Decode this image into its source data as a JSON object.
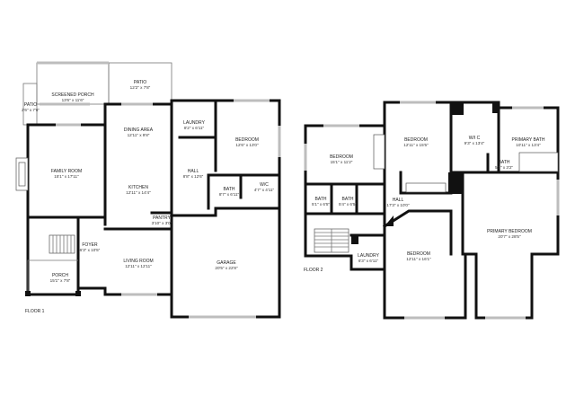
{
  "floors": [
    {
      "label": "FLOOR 1",
      "rooms": [
        {
          "id": "patio-left",
          "name": "PATIO",
          "dims": "2'6\" x 7'6\""
        },
        {
          "id": "screened-porch",
          "name": "SCREENED PORCH",
          "dims": "13'6\" x 11'6\""
        },
        {
          "id": "patio-top",
          "name": "PATIO",
          "dims": "12'2\" x 7'8\""
        },
        {
          "id": "laundry",
          "name": "LAUNDRY",
          "dims": "8'2\" x 6'11\""
        },
        {
          "id": "bedroom",
          "name": "BEDROOM",
          "dims": "12'6\" x 13'0\""
        },
        {
          "id": "dining-area",
          "name": "DINING AREA",
          "dims": "12'11\" x 9'8\""
        },
        {
          "id": "family-room",
          "name": "FAMILY ROOM",
          "dims": "15'1\" x 17'11\""
        },
        {
          "id": "kitchen",
          "name": "KITCHEN",
          "dims": "12'11\" x 14'4\""
        },
        {
          "id": "hall",
          "name": "HALL",
          "dims": "8'8\" x 12'6\""
        },
        {
          "id": "bath",
          "name": "BATH",
          "dims": "8'7\" x 6'11\""
        },
        {
          "id": "wic",
          "name": "W/C",
          "dims": "4'7\" x 4'11\""
        },
        {
          "id": "pantry",
          "name": "PANTRY",
          "dims": "3'10\" x 3'0\""
        },
        {
          "id": "foyer",
          "name": "FOYER",
          "dims": "6'3\" x 10'5\""
        },
        {
          "id": "living-room",
          "name": "LIVING ROOM",
          "dims": "12'11\" x 12'11\""
        },
        {
          "id": "garage",
          "name": "GARAGE",
          "dims": "20'5\" x 22'8\""
        },
        {
          "id": "porch",
          "name": "PORCH",
          "dims": "15'1\" x 7'8\""
        }
      ]
    },
    {
      "label": "FLOOR 2",
      "rooms": [
        {
          "id": "bedroom-a",
          "name": "BEDROOM",
          "dims": "15'1\" x 11'2\""
        },
        {
          "id": "bedroom-b",
          "name": "BEDROOM",
          "dims": "12'11\" x 15'5\""
        },
        {
          "id": "wic-2",
          "name": "W/I C",
          "dims": "9'3\" x 13'4\""
        },
        {
          "id": "primary-bath",
          "name": "PRIMARY BATH",
          "dims": "10'11\" x 13'4\""
        },
        {
          "id": "bath-small",
          "name": "BATH",
          "dims": "5'3\" x 3'2\""
        },
        {
          "id": "bath-1",
          "name": "BATH",
          "dims": "5'1\" x 6'5\""
        },
        {
          "id": "bath-2",
          "name": "BATH",
          "dims": "5'4\" x 6'5\""
        },
        {
          "id": "hall-2",
          "name": "HALL",
          "dims": "17'3\" x 10'0\""
        },
        {
          "id": "primary-bedroom",
          "name": "PRIMARY BEDROOM",
          "dims": "20'7\" x 28'5\""
        },
        {
          "id": "laundry-2",
          "name": "LAUNDRY",
          "dims": "6'3\" x 6'11\""
        },
        {
          "id": "bedroom-c",
          "name": "BEDROOM",
          "dims": "12'11\" x 16'1\""
        }
      ]
    }
  ]
}
